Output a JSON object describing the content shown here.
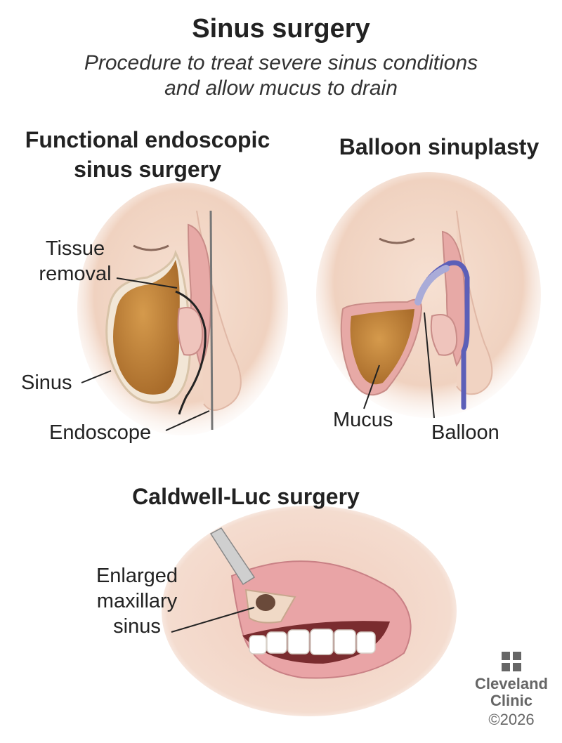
{
  "header": {
    "title": "Sinus surgery",
    "subtitle_line1": "Procedure to treat severe sinus conditions",
    "subtitle_line2": "and allow mucus to drain"
  },
  "panels": {
    "fess": {
      "title_line1": "Functional endoscopic",
      "title_line2": "sinus surgery",
      "labels": {
        "tissue_removal_line1": "Tissue",
        "tissue_removal_line2": "removal",
        "sinus": "Sinus",
        "endoscope": "Endoscope"
      }
    },
    "balloon": {
      "title": "Balloon sinuplasty",
      "labels": {
        "mucus": "Mucus",
        "balloon": "Balloon"
      }
    },
    "caldwell": {
      "title": "Caldwell-Luc surgery",
      "labels": {
        "enlarged_line1": "Enlarged",
        "enlarged_line2": "maxillary",
        "enlarged_line3": "sinus"
      }
    }
  },
  "branding": {
    "logo_line1": "Cleveland",
    "logo_line2": "Clinic",
    "copyright": "©2026"
  },
  "colors": {
    "skin": "#f3dccd",
    "mucus": "#c68a3f",
    "tissue_pink": "#e7a9a6",
    "balloon_blue": "#5c5fb8",
    "logo_gray": "#666666"
  }
}
